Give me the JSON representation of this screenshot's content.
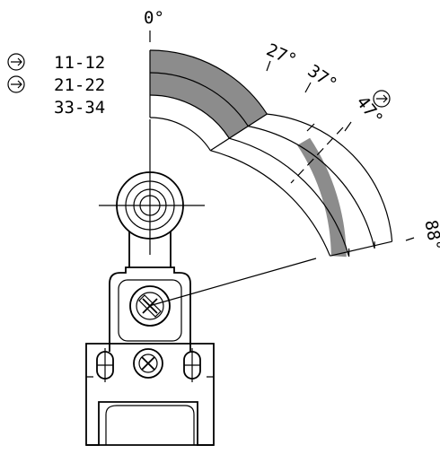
{
  "diagram": {
    "angle_labels": {
      "a0": "0°",
      "a27": "27°",
      "a37": "37°",
      "a47": "47°",
      "a88": "88°"
    },
    "contacts": [
      {
        "label": "11-12",
        "arrow": true
      },
      {
        "label": "21-22",
        "arrow": true
      },
      {
        "label": "33-34",
        "arrow": false
      }
    ],
    "colors": {
      "shade": "#8c8c8c",
      "line": "#000000",
      "background": "#ffffff"
    }
  }
}
